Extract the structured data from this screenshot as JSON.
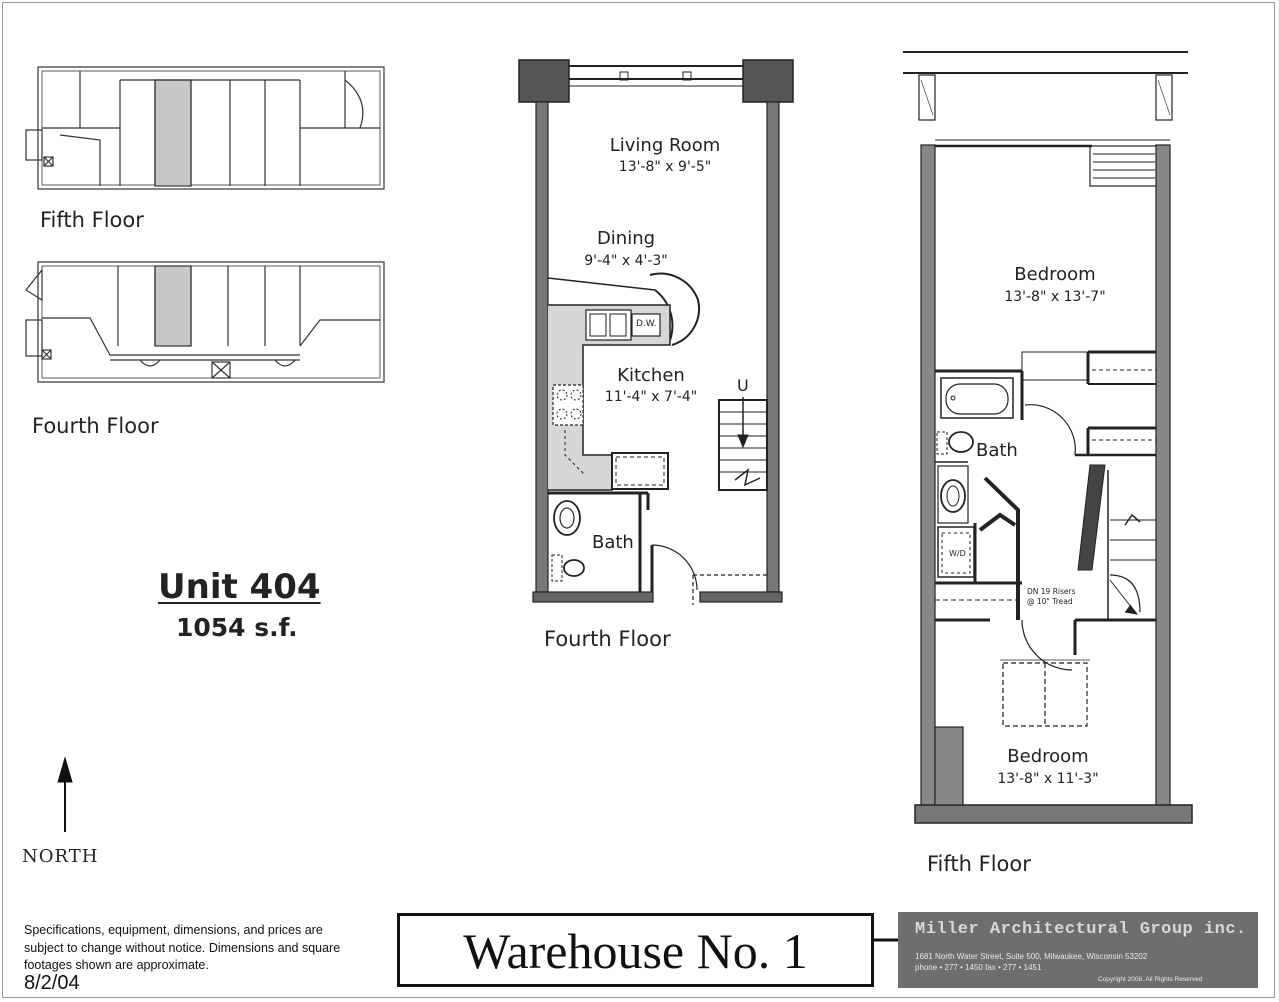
{
  "key_plans": {
    "fifth_label": "Fifth Floor",
    "fourth_label": "Fourth Floor"
  },
  "unit": {
    "title": "Unit 404",
    "area": "1054  s.f."
  },
  "north_label": "NORTH",
  "fourth_floor": {
    "label": "Fourth Floor",
    "rooms": [
      {
        "name": "Living Room",
        "dim": "13'-8\" x 9'-5\""
      },
      {
        "name": "Dining",
        "dim": "9'-4\" x 4'-3\""
      },
      {
        "name": "Kitchen",
        "dim": "11'-4\" x 7'-4\""
      },
      {
        "name": "Bath",
        "dim": ""
      }
    ],
    "appliance_dw": "D.W.",
    "stair_up": "U"
  },
  "fifth_floor": {
    "label": "Fifth Floor",
    "rooms": [
      {
        "name": "Bedroom",
        "dim": "13'-8\" x 13'-7\""
      },
      {
        "name": "Bath",
        "dim": ""
      },
      {
        "name": "Bedroom",
        "dim": "13'-8\" x 11'-3\""
      }
    ],
    "wd_label": "W/D",
    "stair_note_1": "DN 19 Risers",
    "stair_note_2": "@ 10\" Tread"
  },
  "footer": {
    "disclaimer": [
      "Specifications, equipment, dimensions, and prices are",
      "subject to change without notice.  Dimensions and square",
      "footages shown are approximate."
    ],
    "date": "8/2/04",
    "building_title": "Warehouse No. 1",
    "firm_name": "Miller Architectural Group inc.",
    "firm_address": "1681 North Water Street, Suite 500, Milwaukee, Wisconsin 53202",
    "firm_phone": "phone • 277 • 1450     fax • 277 • 1451",
    "copyright": "Copyright   2008.  All Rights Reserved"
  },
  "colors": {
    "wall": "#222222",
    "highlight": "#c8c8c8",
    "logo_bg": "#6e6e6e"
  }
}
